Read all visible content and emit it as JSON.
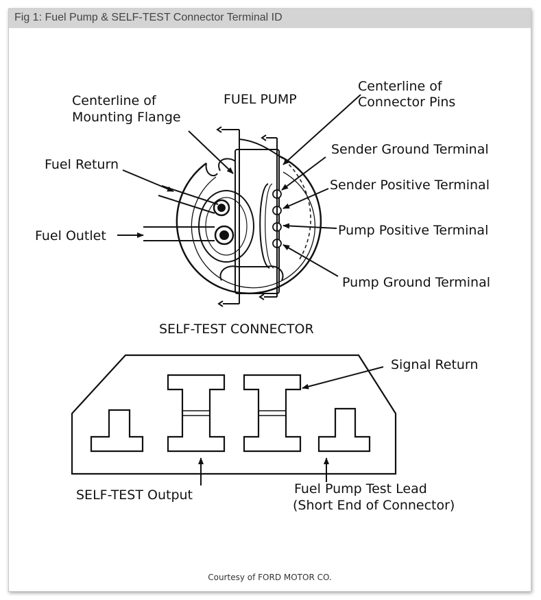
{
  "caption": "Fig 1: Fuel Pump & SELF-TEST Connector Terminal ID",
  "labels": {
    "centerline_flange_1": "Centerline of",
    "centerline_flange_2": "Mounting Flange",
    "fuel_pump": "FUEL PUMP",
    "centerline_pins_1": "Centerline of",
    "centerline_pins_2": "Connector Pins",
    "sender_ground": "Sender Ground Terminal",
    "sender_positive": "Sender Positive Terminal",
    "pump_positive": "Pump Positive Terminal",
    "pump_ground": "Pump Ground Terminal",
    "fuel_return": "Fuel Return",
    "fuel_outlet": "Fuel Outlet",
    "self_test_connector": "SELF-TEST CONNECTOR",
    "signal_return": "Signal Return",
    "self_test_output": "SELF-TEST Output",
    "fuel_pump_test_lead_1": "Fuel Pump Test Lead",
    "fuel_pump_test_lead_2": "(Short End of Connector)"
  },
  "credit": "Courtesy of FORD MOTOR CO."
}
